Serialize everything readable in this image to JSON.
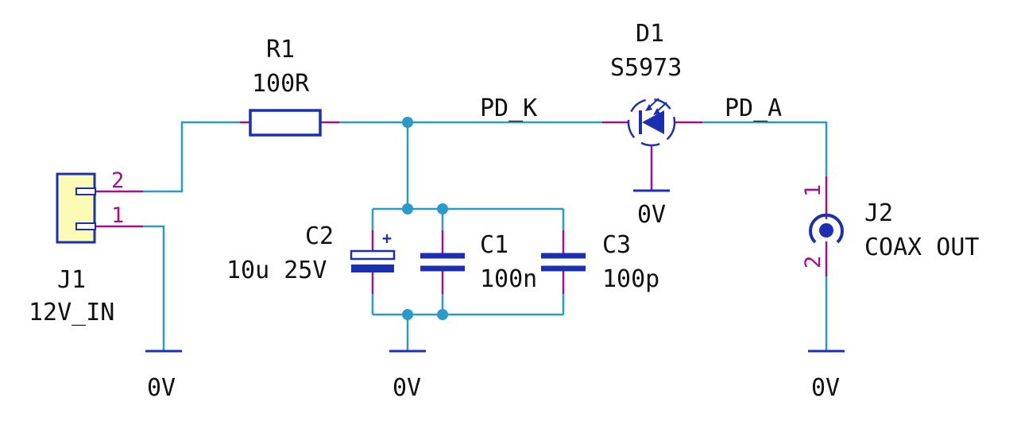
{
  "colors": {
    "wire": "#2a9ac8",
    "symbol": "#1b2fb5",
    "pin": "#a0108f",
    "connector_fill": "#fbfbb6",
    "text": "#111111"
  },
  "components": {
    "r1": {
      "ref": "R1",
      "value": "100R"
    },
    "d1": {
      "ref": "D1",
      "value": "S5973"
    },
    "c1": {
      "ref": "C1",
      "value": "100n"
    },
    "c2": {
      "ref": "C2",
      "value": "10u 25V",
      "polarity": "+"
    },
    "c3": {
      "ref": "C3",
      "value": "100p"
    },
    "j1": {
      "ref": "J1",
      "value": "12V_IN",
      "pin1": "1",
      "pin2": "2"
    },
    "j2": {
      "ref": "J2",
      "value": "COAX OUT",
      "pin1": "1",
      "pin2": "2"
    }
  },
  "nets": {
    "pd_k": "PD_K",
    "pd_a": "PD_A"
  },
  "grounds": {
    "j1": "0V",
    "caps": "0V",
    "d1": "0V",
    "j2": "0V"
  }
}
